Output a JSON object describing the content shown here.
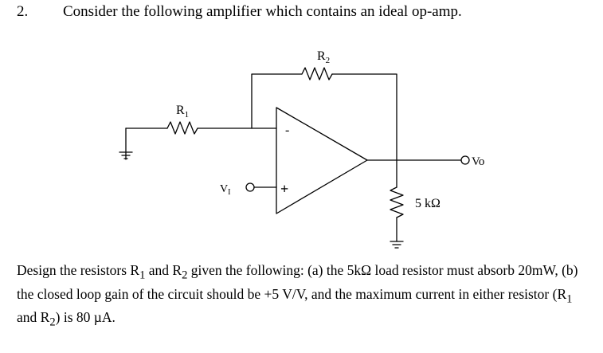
{
  "question": {
    "number": "2.",
    "title": "Consider the following amplifier which contains an ideal op-amp."
  },
  "circuit": {
    "r1": {
      "main": "R",
      "sub": "1"
    },
    "r2": {
      "main": "R",
      "sub": "2"
    },
    "vi": {
      "main": "V",
      "sub": "I"
    },
    "vo_label": "Vo",
    "load_label": "5 kΩ",
    "minus_sign": "-",
    "plus_sign": "+"
  },
  "prompt": {
    "p1": "Design the resistors R",
    "s1": "1",
    "p2": " and R",
    "s2": "2",
    "p3": " given the following:  (a) the 5kΩ load resistor must absorb 20mW, (b) the closed loop gain of the circuit should be +5 V/V, and the maximum current in either resistor (R",
    "s3": "1",
    "p4": " and R",
    "s4": "2",
    "p5": ") is 80 µA."
  }
}
